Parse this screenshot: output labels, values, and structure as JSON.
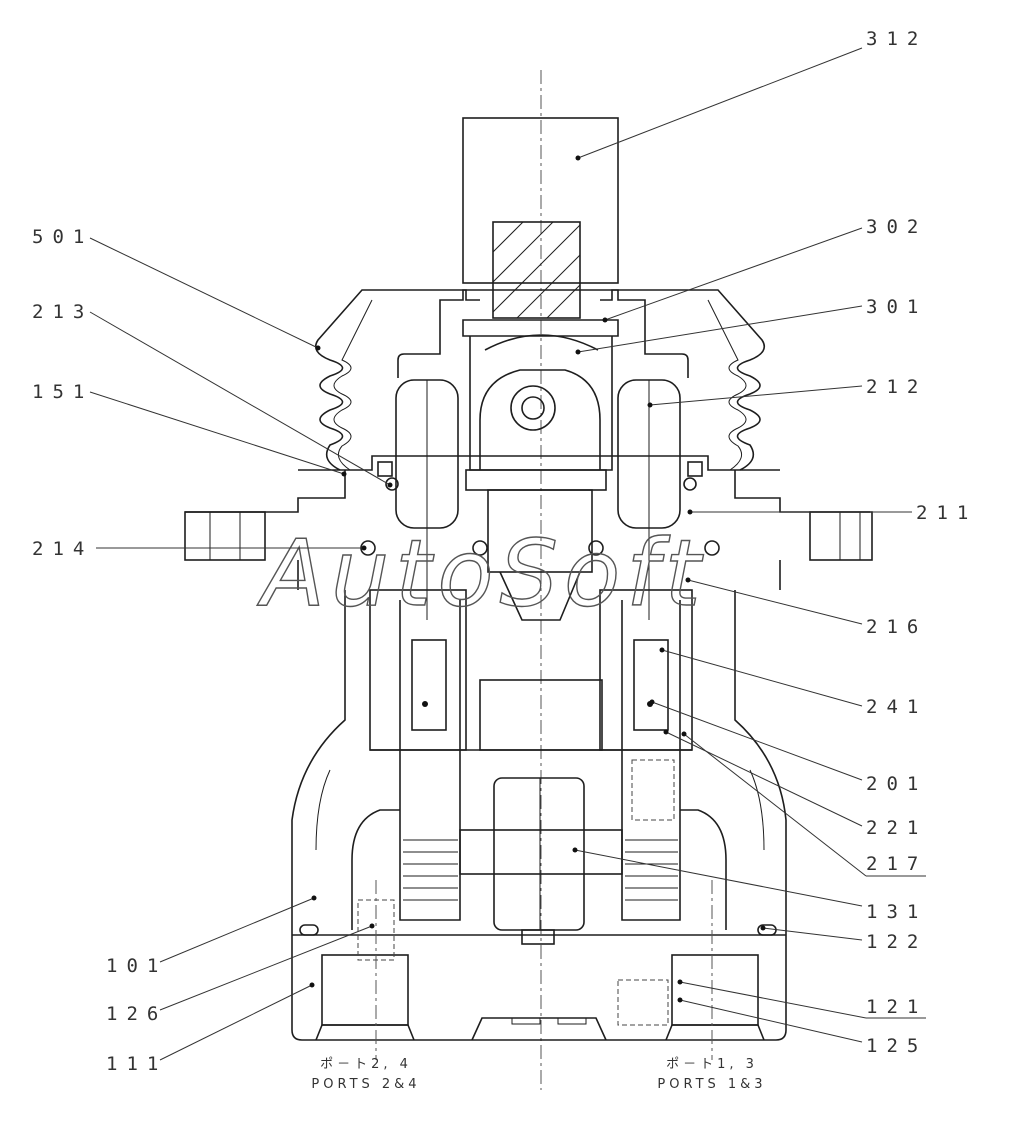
{
  "callouts": {
    "c312": "312",
    "c302": "302",
    "c301": "301",
    "c212": "212",
    "c211": "211",
    "c216": "216",
    "c241": "241",
    "c201": "201",
    "c221": "221",
    "c217": "217",
    "c131": "131",
    "c122": "122",
    "c121": "121",
    "c125": "125",
    "c501": "501",
    "c213": "213",
    "c151": "151",
    "c214": "214",
    "c101": "101",
    "c126": "126",
    "c111": "111"
  },
  "ports": {
    "left_jp": "ポ－ト2, 4",
    "left_en": "PORTS 2&4",
    "right_jp": "ポ－ト1, 3",
    "right_en": "PORTS 1&3"
  },
  "watermark": "AutoSoft"
}
